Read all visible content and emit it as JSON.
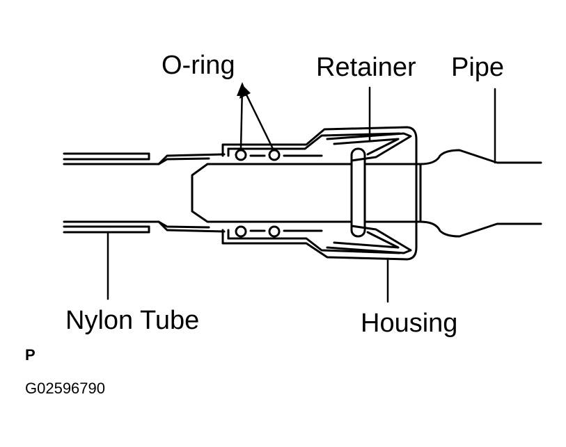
{
  "labels": {
    "o_ring": "O-ring",
    "retainer": "Retainer",
    "pipe": "Pipe",
    "nylon_tube": "Nylon Tube",
    "housing": "Housing"
  },
  "figure_code": "P",
  "figure_id": "G02596790",
  "colors": {
    "ink": "#000000",
    "paper": "#ffffff"
  }
}
